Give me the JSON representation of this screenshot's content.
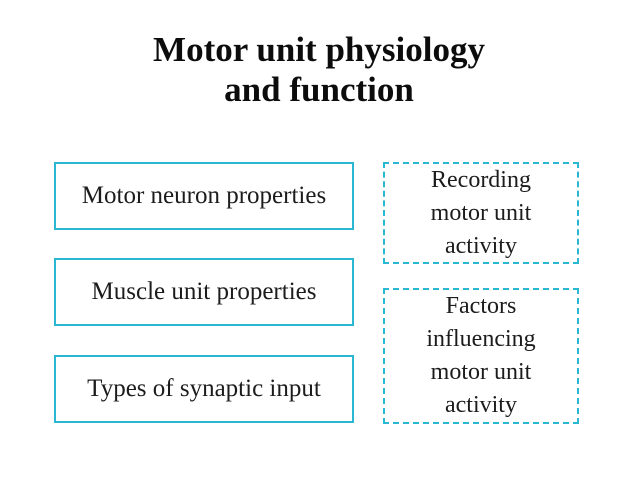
{
  "slide": {
    "title": "Motor unit physiology\nand function"
  },
  "topic_boxes": {
    "solid": [
      {
        "label": "Motor neuron properties"
      },
      {
        "label": "Muscle unit properties"
      },
      {
        "label": "Types of synaptic input"
      }
    ],
    "dashed": [
      {
        "label": "Recording\nmotor unit\nactivity"
      },
      {
        "label": "Factors\ninfluencing\nmotor unit\nactivity"
      }
    ]
  },
  "colors": {
    "accent": "#2ab7d1",
    "title_text": "#0c0c0c",
    "body_text": "#1c1c1c",
    "background": "#ffffff"
  }
}
